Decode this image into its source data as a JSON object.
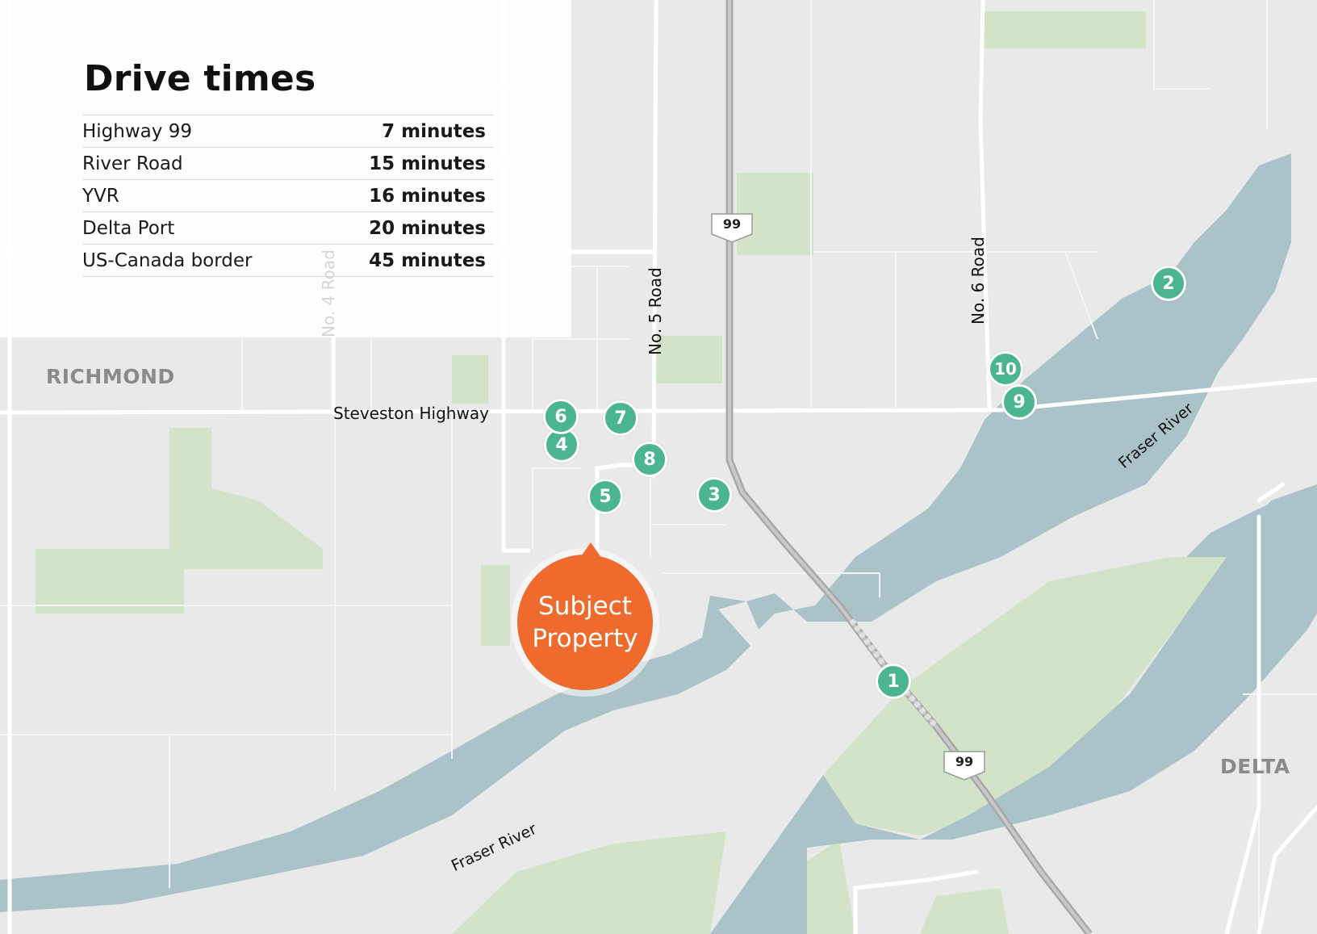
{
  "drive_times": {
    "title": "Drive times",
    "rows": [
      {
        "place": "Highway 99",
        "time": "7 minutes"
      },
      {
        "place": "River Road",
        "time": "15 minutes"
      },
      {
        "place": "YVR",
        "time": "16 minutes"
      },
      {
        "place": "Delta Port",
        "time": "20 minutes"
      },
      {
        "place": "US-Canada border",
        "time": "45 minutes"
      }
    ]
  },
  "map": {
    "places": {
      "richmond": "RICHMOND",
      "delta": "DELTA"
    },
    "roads": {
      "steveston": "Steveston Highway",
      "no4": "No. 4 Road",
      "no5": "No. 5 Road",
      "no6": "No. 6 Road"
    },
    "rivers": {
      "upper": "Fraser River",
      "lower": "Fraser River"
    },
    "highway_shields": {
      "north": "99",
      "south": "99"
    },
    "subject_property": {
      "label_line1": "Subject",
      "label_line2": "Property"
    },
    "markers": [
      "1",
      "2",
      "3",
      "4",
      "5",
      "6",
      "7",
      "8",
      "9",
      "10"
    ],
    "colors": {
      "land": "#e9e9e9",
      "water": "#a9c3c8",
      "park": "#cfe0c3",
      "road": "#ffffff",
      "highway": "#b0b0b0",
      "marker": "#4bb591",
      "subject": "#ef6b2d"
    }
  }
}
